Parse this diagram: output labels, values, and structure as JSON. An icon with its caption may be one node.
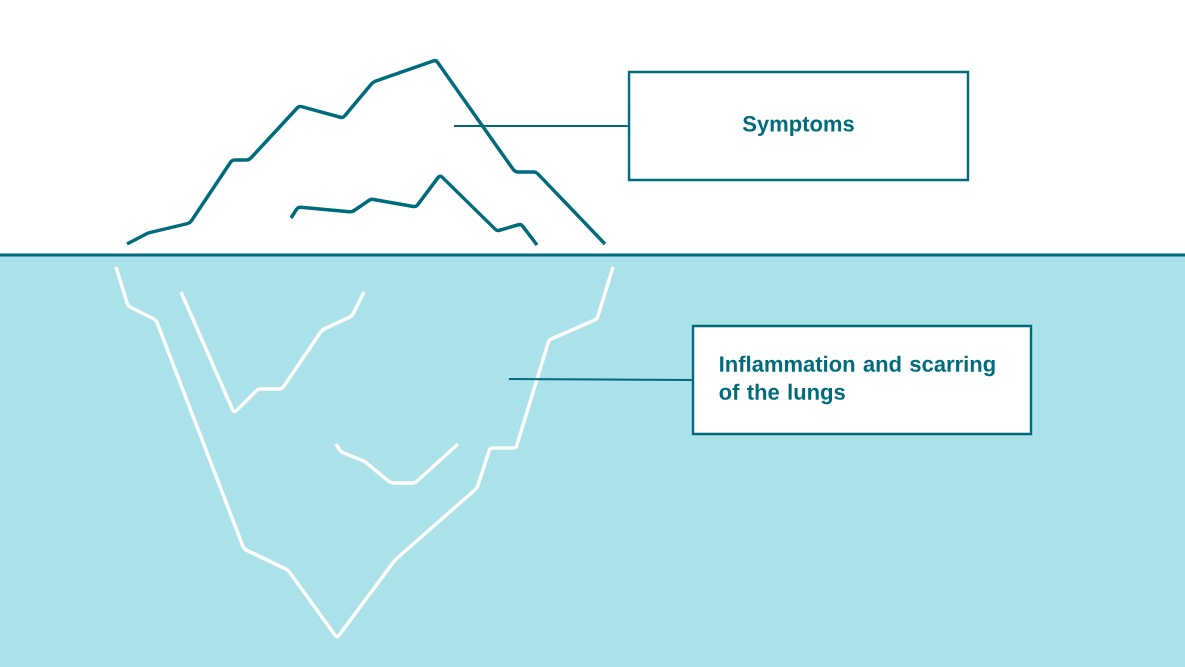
{
  "diagram": {
    "nodes": [
      {
        "text": [
          "Symptoms"
        ]
      },
      {
        "text": [
          "Inflammation and scarring of the lungs"
        ]
      }
    ],
    "edges": [
      {
        "from": 0,
        "to": null,
        "arrow": "none"
      },
      {
        "from": 1,
        "to": null,
        "arrow": "none"
      }
    ]
  }
}
